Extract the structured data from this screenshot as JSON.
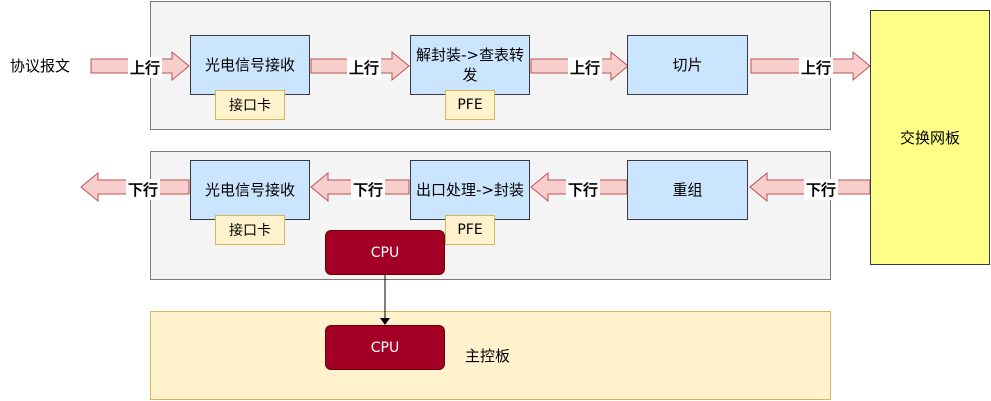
{
  "input_label": "协议报文",
  "upstream": {
    "flow_label": "上行",
    "optical_box": "光电信号接收",
    "interface_tag": "接口卡",
    "decap_box": "解封装->查表转发",
    "pfe_tag": "PFE",
    "slice_box": "切片"
  },
  "switch_board": "交换网板",
  "downstream": {
    "flow_label": "下行",
    "reassemble_box": "重组",
    "egress_box": "出口处理->封装",
    "pfe_tag": "PFE",
    "optical_box": "光电信号接收",
    "interface_tag": "接口卡",
    "cpu_label": "CPU"
  },
  "main_board": {
    "label": "主控板",
    "cpu_label": "CPU"
  },
  "colors": {
    "arrow_fill": "#f8cecc",
    "arrow_stroke": "#b85450",
    "box_fill": "#cce5ff",
    "cpu_fill": "#a20025",
    "switch_fill": "#ffff88",
    "tag_fill": "#fff2cc"
  }
}
